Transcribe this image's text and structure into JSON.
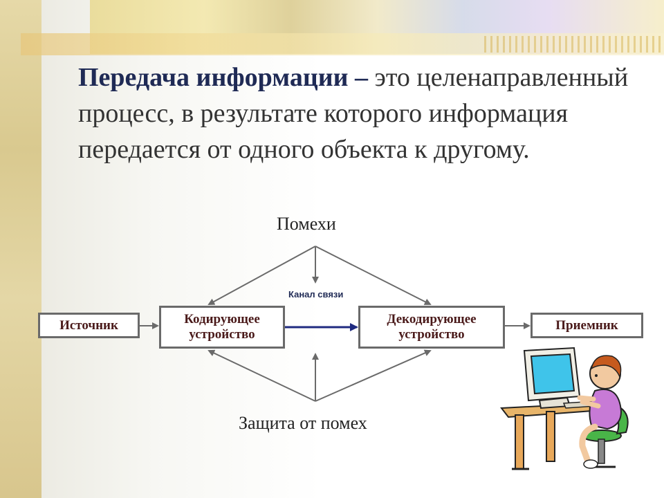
{
  "definition": {
    "term": "Передача информации –",
    "text": " это целенаправленный процесс, в результате которого информация передается от одного объекта к другому."
  },
  "diagram": {
    "noise_label": "Помехи",
    "protection_label": "Защита от помех",
    "channel_label": "Канал связи",
    "source": "Источник",
    "encoder": "Кодирующее устройство",
    "decoder": "Декодирующее устройство",
    "receiver": "Приемник"
  },
  "colors": {
    "term": "#1f2a55",
    "box_text": "#4a1a1a",
    "channel_arrow": "#1f2a80",
    "lines": "#6a6a6a"
  },
  "icons": {
    "illustration": "child-at-computer-icon"
  }
}
